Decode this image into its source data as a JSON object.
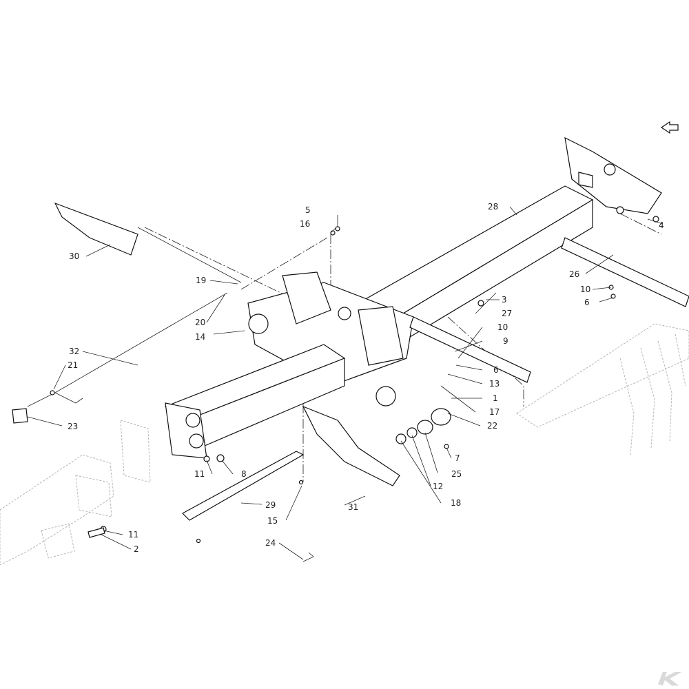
{
  "callouts": [
    {
      "num": "1"
    },
    {
      "num": "2"
    },
    {
      "num": "3"
    },
    {
      "num": "4"
    },
    {
      "num": "5"
    },
    {
      "num": "6"
    },
    {
      "num": "6"
    },
    {
      "num": "7"
    },
    {
      "num": "8"
    },
    {
      "num": "9"
    },
    {
      "num": "10"
    },
    {
      "num": "10"
    },
    {
      "num": "11"
    },
    {
      "num": "11"
    },
    {
      "num": "12"
    },
    {
      "num": "13"
    },
    {
      "num": "14"
    },
    {
      "num": "15"
    },
    {
      "num": "16"
    },
    {
      "num": "17"
    },
    {
      "num": "18"
    },
    {
      "num": "19"
    },
    {
      "num": "20"
    },
    {
      "num": "21"
    },
    {
      "num": "22"
    },
    {
      "num": "23"
    },
    {
      "num": "24"
    },
    {
      "num": "25"
    },
    {
      "num": "26"
    },
    {
      "num": "27"
    },
    {
      "num": "28"
    },
    {
      "num": "29"
    },
    {
      "num": "30"
    },
    {
      "num": "31"
    },
    {
      "num": "32"
    }
  ],
  "icons": {
    "direction": "direction-arrow-icon",
    "brand": "brand-logo-icon"
  },
  "colors": {
    "line": "#111111",
    "ghost": "#b5b5b5",
    "logo": "#d9d9d9"
  }
}
